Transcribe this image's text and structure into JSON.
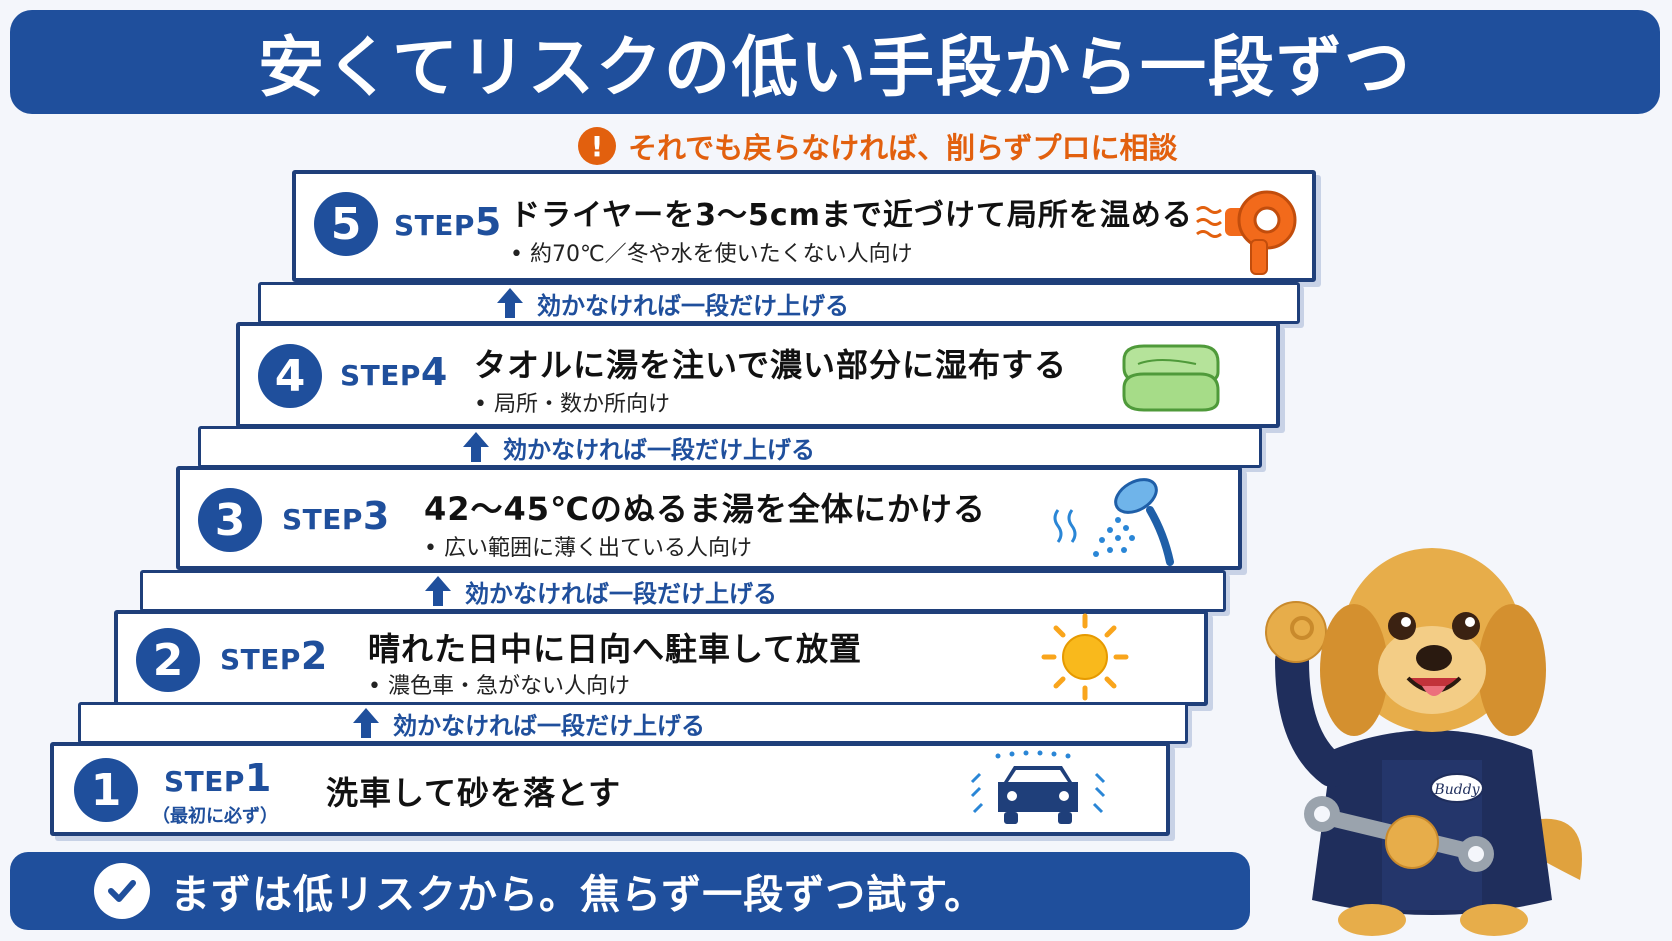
{
  "title": "安くてリスクの低い手段から一段ずつ",
  "warning": {
    "icon": "exclamation-icon",
    "text": "それでも戻らなければ、削らずプロに相談"
  },
  "connector_label": "効かなければ一段だけ上げる",
  "steps": [
    {
      "number": "1",
      "label_prefix": "STEP",
      "label_num": "1",
      "sub": "（最初に必ず）",
      "title": "洗車して砂を落とす",
      "note": "",
      "icon": "car-wash-icon"
    },
    {
      "number": "2",
      "label_prefix": "STEP",
      "label_num": "2",
      "title": "晴れた日中に日向へ駐車して放置",
      "note": "• 濃色車・急がない人向け",
      "icon": "sun-icon"
    },
    {
      "number": "3",
      "label_prefix": "STEP",
      "label_num": "3",
      "title": "42～45℃のぬるま湯を全体にかける",
      "note": "• 広い範囲に薄く出ている人向け",
      "icon": "shower-icon"
    },
    {
      "number": "4",
      "label_prefix": "STEP",
      "label_num": "4",
      "title": "タオルに湯を注いで濃い部分に湿布する",
      "note": "• 局所・数か所向け",
      "icon": "towel-icon"
    },
    {
      "number": "5",
      "label_prefix": "STEP",
      "label_num": "5",
      "title": "ドライヤーを3～5cmまで近づけて局所を温める",
      "note": "• 約70℃／冬や水を使いたくない人向け",
      "icon": "hair-dryer-icon"
    }
  ],
  "bottom": {
    "icon": "check-icon",
    "text": "まずは低リスクから。焦らず一段ずつ試す。"
  },
  "mascot": {
    "badge": "Buddy",
    "icon": "dog-mechanic-mascot"
  },
  "colors": {
    "primary": "#1f4f9c",
    "warning": "#e2600e"
  }
}
